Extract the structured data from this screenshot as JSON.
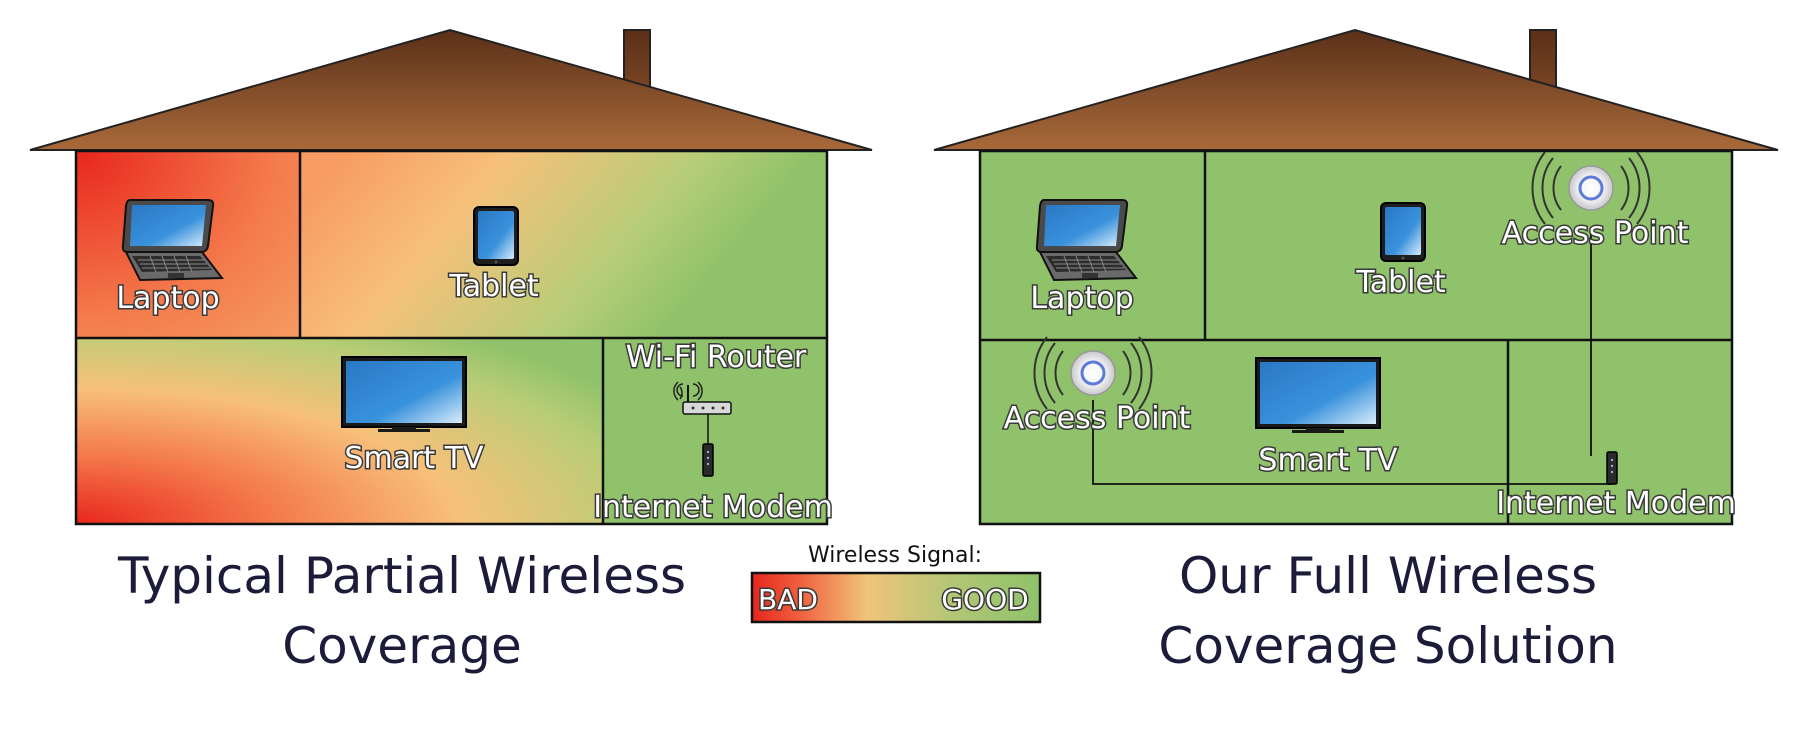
{
  "left_house": {
    "caption_line1": "Typical Partial Wireless",
    "caption_line2": "Coverage",
    "rooms": {
      "top_left": {
        "device": "Laptop",
        "signal": "bad"
      },
      "top_right": {
        "device": "Tablet",
        "signal": "mixed"
      },
      "bottom_left": {
        "device": "Smart TV",
        "signal": "mixed"
      },
      "bottom_right": {
        "devices": [
          "Wi-Fi Router",
          "Internet Modem"
        ],
        "signal": "good"
      }
    },
    "labels": {
      "laptop": "Laptop",
      "tablet": "Tablet",
      "smart_tv": "Smart TV",
      "router": "Wi-Fi Router",
      "modem": "Internet Modem"
    }
  },
  "right_house": {
    "caption_line1": "Our Full Wireless",
    "caption_line2": "Coverage Solution",
    "labels": {
      "laptop": "Laptop",
      "tablet": "Tablet",
      "access_point_top": "Access Point",
      "access_point_bottom": "Access Point",
      "smart_tv": "Smart TV",
      "modem": "Internet Modem"
    }
  },
  "legend": {
    "title": "Wireless Signal:",
    "bad_label": "BAD",
    "good_label": "GOOD"
  },
  "colors": {
    "bad": "#e8261c",
    "mid": "#f5c070",
    "good": "#8fc26a",
    "roof_top": "#5a3018",
    "roof_bottom": "#a96a3a",
    "caption": "#1c1c3a",
    "device_screen": "#2f86d0"
  },
  "icons": [
    "laptop-icon",
    "tablet-icon",
    "tv-icon",
    "router-icon",
    "modem-icon",
    "access-point-icon"
  ]
}
